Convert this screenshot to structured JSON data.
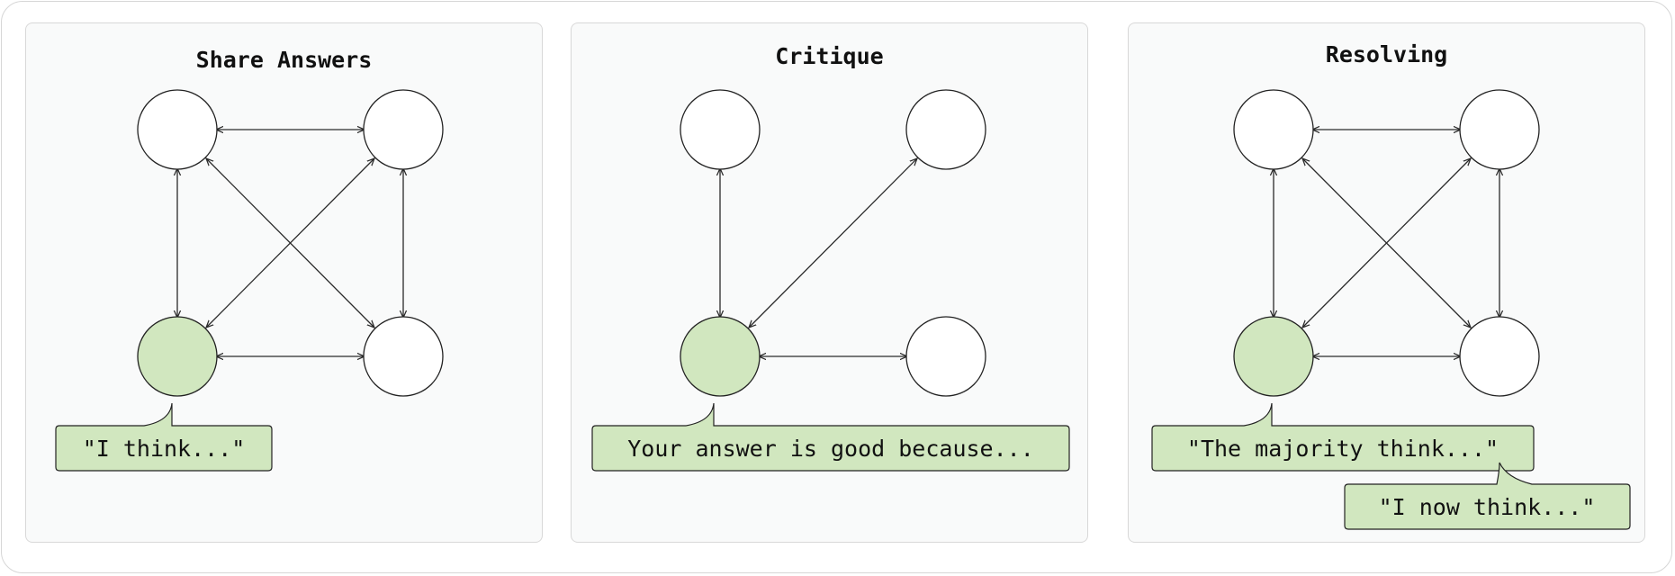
{
  "panels": [
    {
      "title": "Share Answers",
      "bubbles": [
        "\"I think...\""
      ]
    },
    {
      "title": "Critique",
      "bubbles": [
        "Your answer is good because..."
      ]
    },
    {
      "title": "Resolving",
      "bubbles": [
        "\"The majority think...\"",
        "\"I now think...\""
      ]
    }
  ],
  "colors": {
    "active_node": "#d1e7bf",
    "bubble_fill": "#d1e7bf",
    "node_stroke": "#222222",
    "panel_background": "#f9fafa"
  }
}
